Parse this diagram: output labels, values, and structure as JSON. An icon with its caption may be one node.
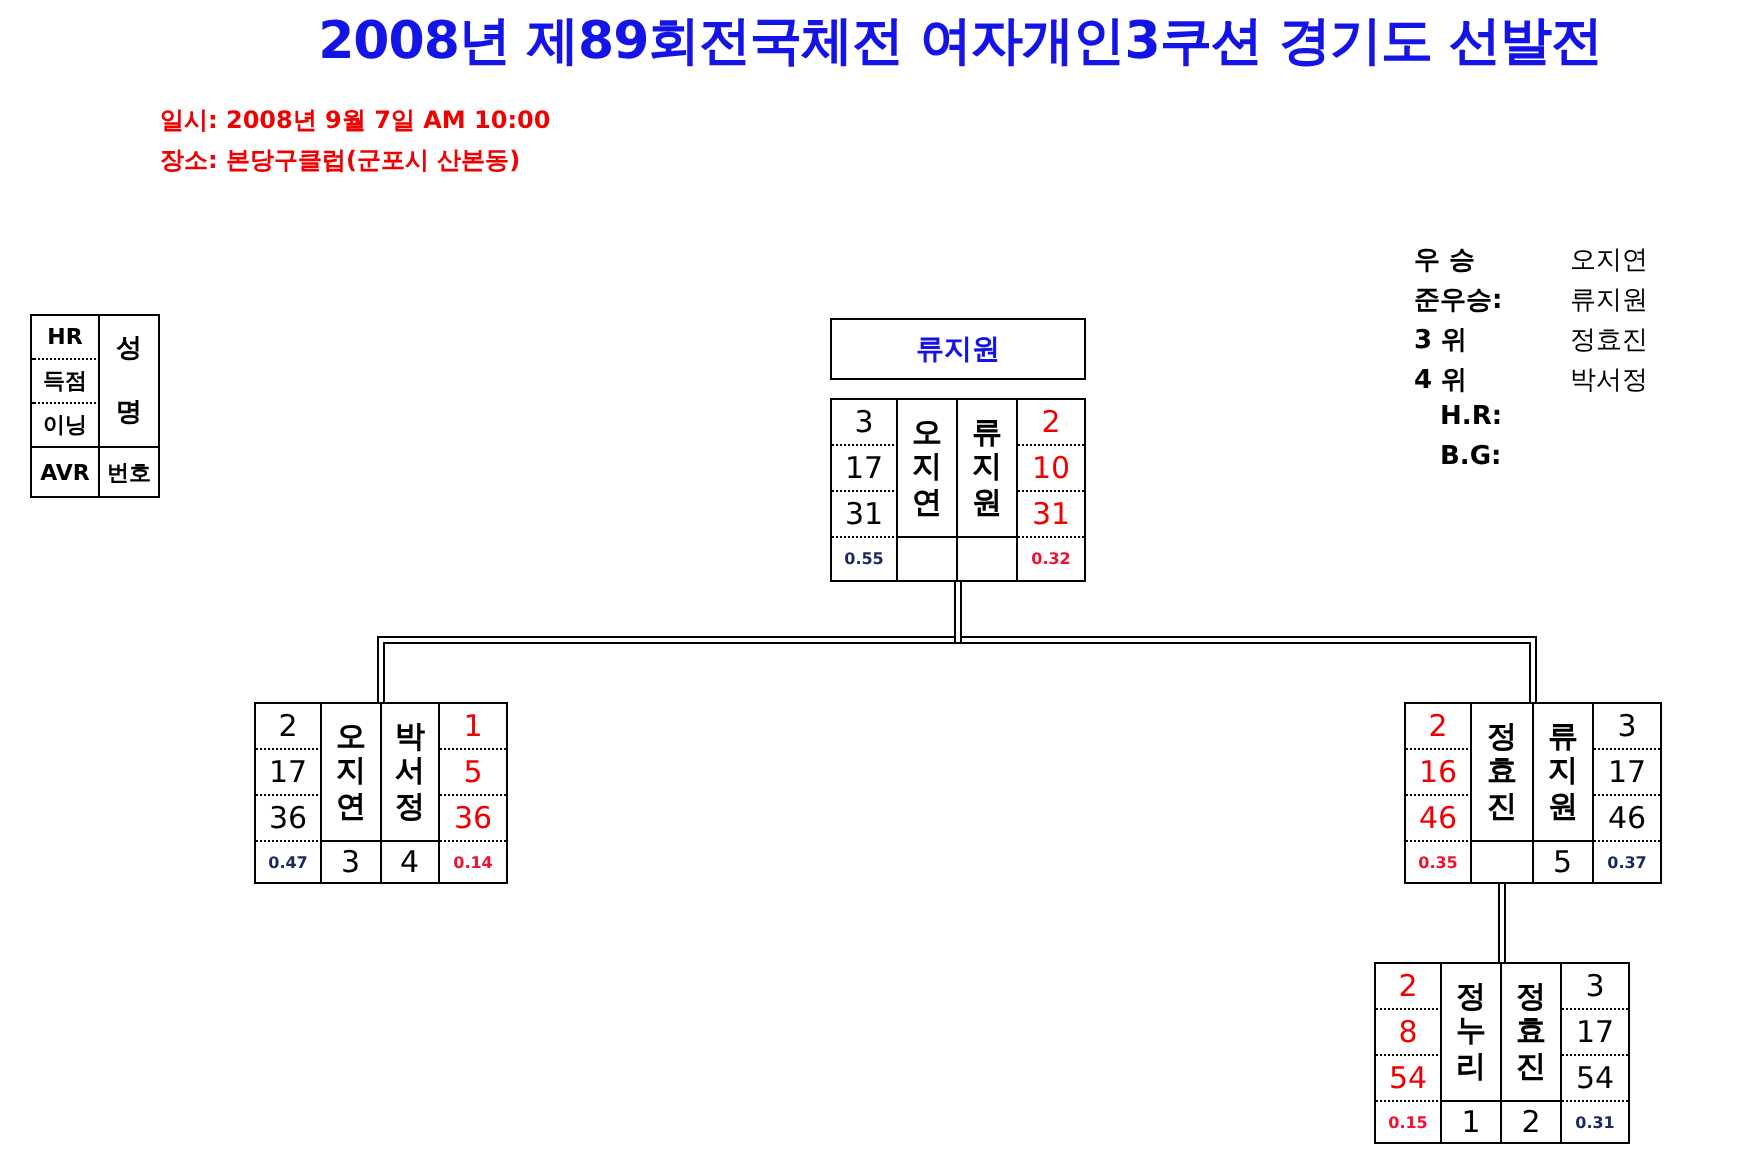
{
  "diagram": {
    "title": "2008년 제89회전국체전 여자개인3쿠션 경기도 선발전",
    "nodes": [
      {
        "text": [
          "HR",
          "득점",
          "이닝",
          "AVR",
          "성명",
          "번호"
        ]
      },
      {
        "text": [
          "류지원"
        ]
      },
      {
        "text": [],
        "shape": "box"
      },
      {
        "text": [
          "3",
          "17",
          "31",
          "0.55",
          "오지연"
        ],
        "in": 2
      },
      {
        "text": [
          "2",
          "10",
          "31",
          "0.32",
          "류지원"
        ],
        "in": 2
      },
      {
        "text": [],
        "shape": "box"
      },
      {
        "text": [
          "2",
          "17",
          "36",
          "0.47",
          "오지연",
          "3"
        ],
        "in": 5
      },
      {
        "text": [
          "1",
          "5",
          "36",
          "0.14",
          "박서정",
          "4"
        ],
        "in": 5
      },
      {
        "text": [],
        "shape": "box"
      },
      {
        "text": [
          "2",
          "16",
          "46",
          "0.35",
          "정효진"
        ],
        "in": 8
      },
      {
        "text": [
          "3",
          "17",
          "46",
          "0.37",
          "류지원",
          "5"
        ],
        "in": 8
      },
      {
        "text": [],
        "shape": "box"
      },
      {
        "text": [
          "2",
          "8",
          "54",
          "0.15",
          "정누리",
          "1"
        ],
        "in": 11
      },
      {
        "text": [
          "3",
          "17",
          "54",
          "0.31",
          "정효진",
          "2"
        ],
        "in": 11
      }
    ],
    "edges": [
      {
        "from": 2,
        "to": 5,
        "arrow": "none"
      },
      {
        "from": 2,
        "to": 8,
        "arrow": "none"
      },
      {
        "from": 8,
        "to": 11,
        "arrow": "none"
      }
    ],
    "labels": [
      "일시: 2008년 9월 7일 AM 10:00",
      "장소: 본당구클럽(군포시 산본동)",
      "우 승",
      "오지연",
      "준우승:",
      "류지원",
      "3 위",
      "정효진",
      "4 위",
      "박서정",
      "H.R:",
      "B.G:"
    ]
  }
}
